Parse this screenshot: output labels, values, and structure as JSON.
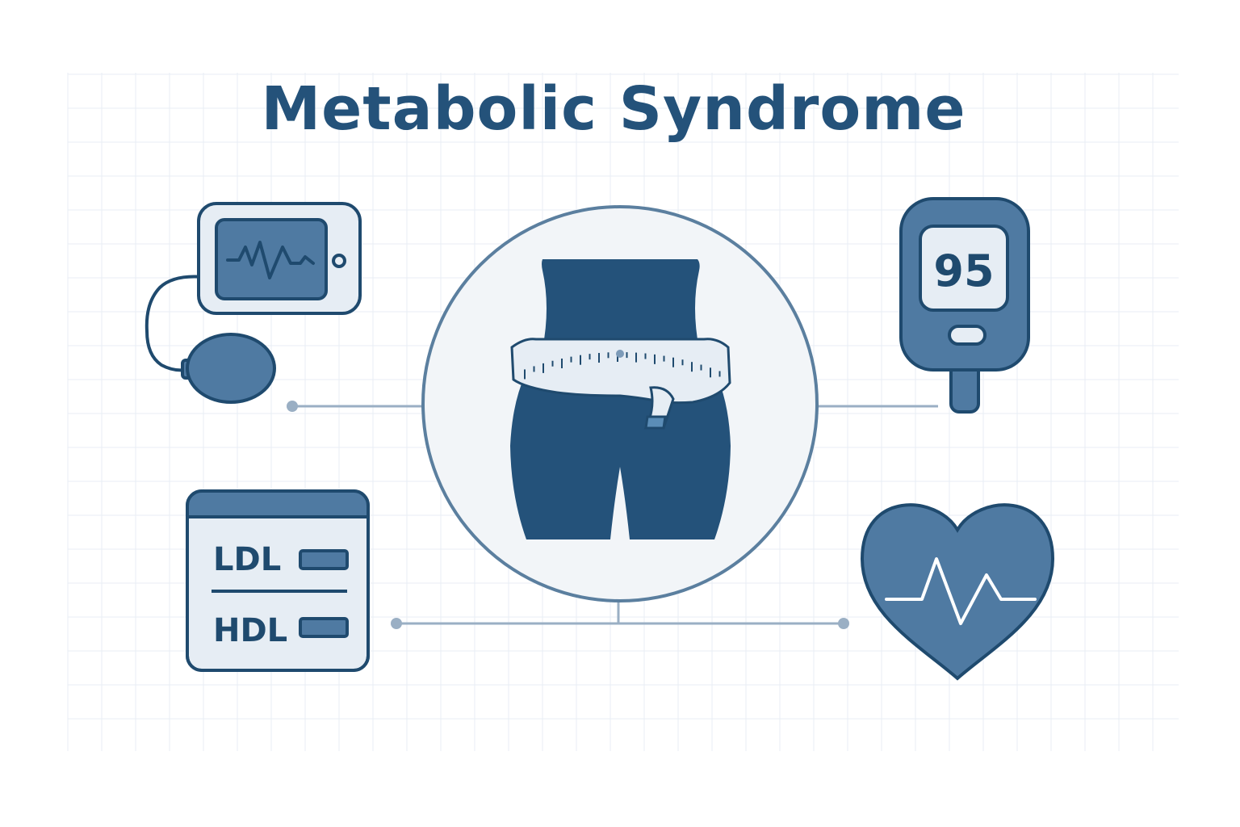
{
  "title": "Metabolic Syndrome",
  "colors": {
    "background": "#ffffff",
    "grid": "#e9eef4",
    "dark_navy": "#24527a",
    "mid_blue": "#4f7aa2",
    "outline": "#1f4a6e",
    "light_fill": "#e6edf4",
    "connector": "#9aafc4",
    "circle_ring": "#5b7f9f",
    "circle_fill": "#f2f5f8"
  },
  "icons": {
    "blood_pressure_monitor": "blood-pressure-monitor-icon",
    "waist_measurement": "waist-measurement-icon",
    "glucose_meter": "glucose-meter-icon",
    "lipid_panel": "lipid-panel-icon",
    "heart_rate": "heart-rate-icon"
  },
  "glucose_meter": {
    "reading": "95"
  },
  "lipid_panel": {
    "row1_label": "LDL",
    "row2_label": "HDL"
  }
}
